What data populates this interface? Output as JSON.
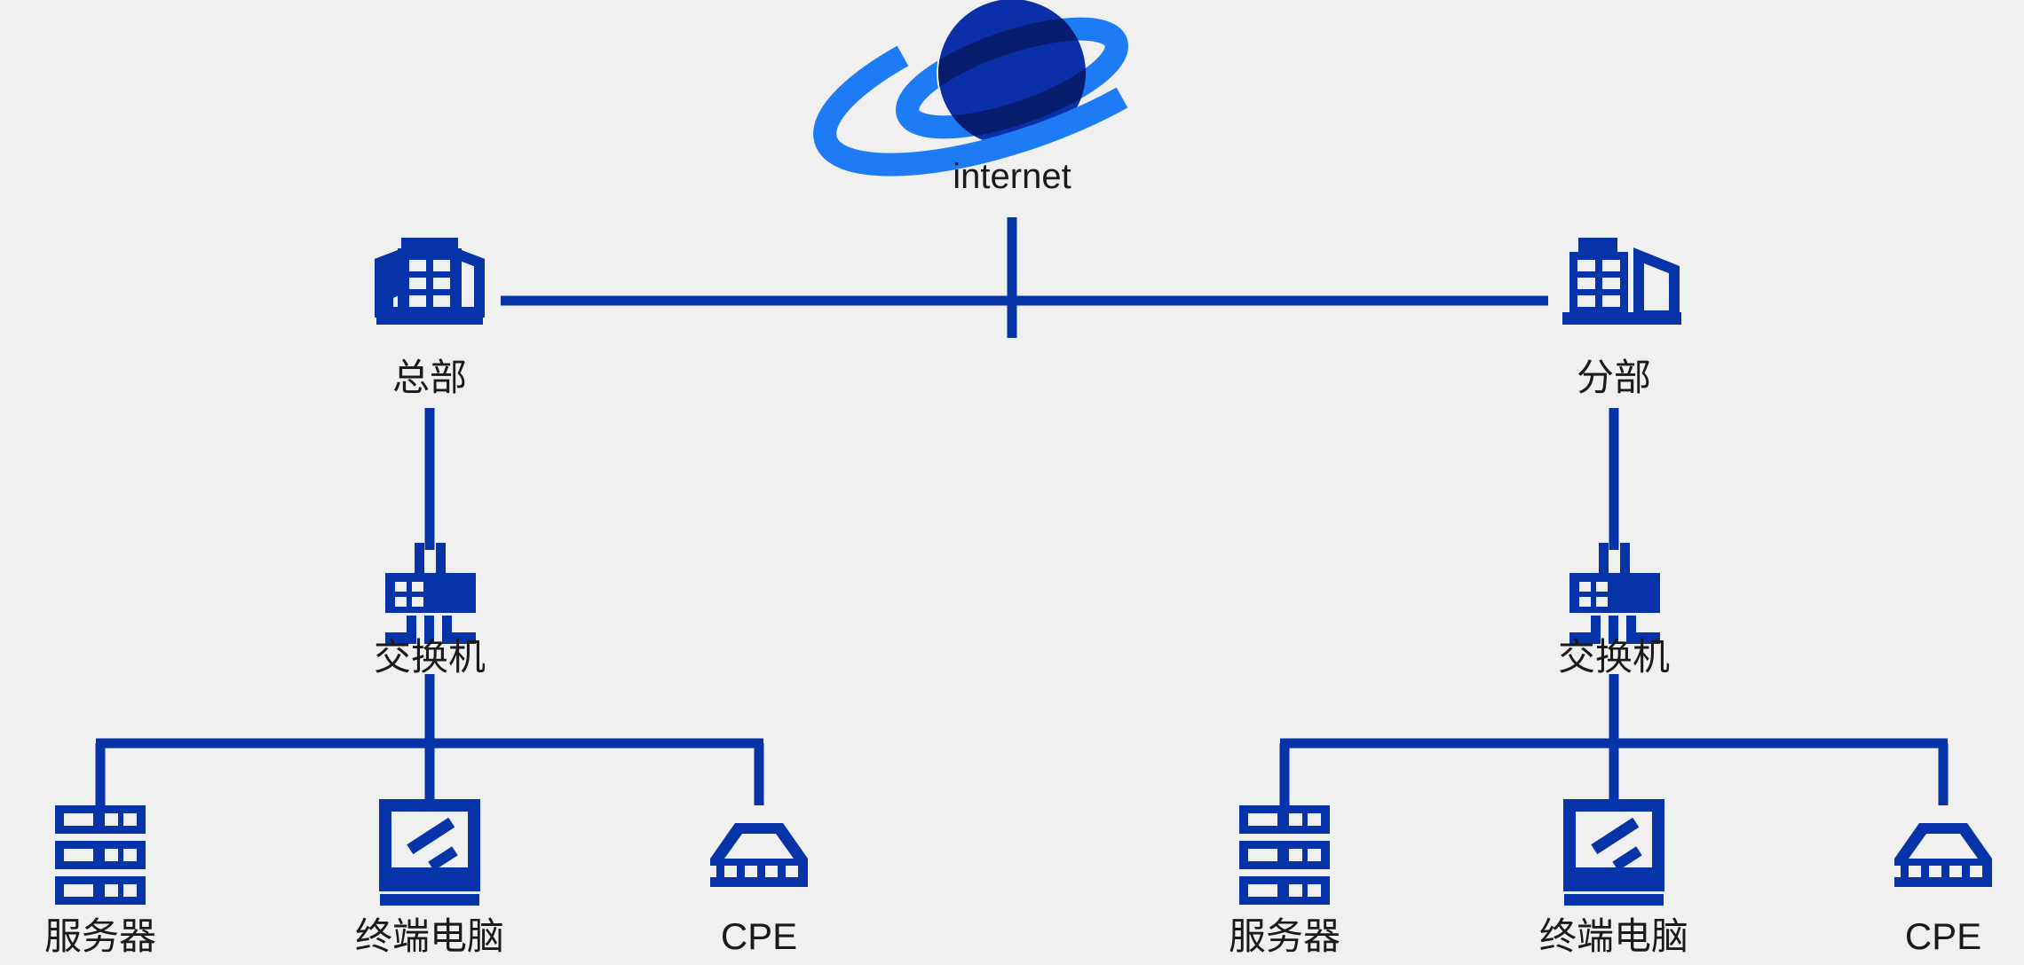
{
  "diagram": {
    "title": "Enterprise Network Topology",
    "background_color": "#f0f0f0",
    "accent_color": "#0733A8",
    "globe_body_color": "#0B2FA8",
    "globe_ring_color": "#1C7BF5",
    "globe_shadow_color": "#061D6E",
    "label_color": "#1a1a1a",
    "link_color": "#0733A8"
  },
  "nodes": {
    "internet": {
      "label": "internet",
      "icon": "globe-internet-icon"
    },
    "hq": {
      "label": "总部",
      "icon": "office-building-icon"
    },
    "branch": {
      "label": "分部",
      "icon": "branch-building-icon"
    },
    "hq_switch": {
      "label": "交换机",
      "icon": "network-switch-icon"
    },
    "branch_switch": {
      "label": "交换机",
      "icon": "network-switch-icon"
    },
    "hq_server": {
      "label": "服务器",
      "icon": "server-rack-icon"
    },
    "hq_terminal": {
      "label": "终端电脑",
      "icon": "desktop-monitor-icon"
    },
    "hq_cpe": {
      "label": "CPE",
      "icon": "cpe-router-icon"
    },
    "branch_server": {
      "label": "服务器",
      "icon": "server-rack-icon"
    },
    "branch_terminal": {
      "label": "终端电脑",
      "icon": "desktop-monitor-icon"
    },
    "branch_cpe": {
      "label": "CPE",
      "icon": "cpe-router-icon"
    }
  },
  "edges": [
    {
      "from": "internet",
      "to": "backbone-bus"
    },
    {
      "from": "hq",
      "to": "backbone-bus"
    },
    {
      "from": "branch",
      "to": "backbone-bus"
    },
    {
      "from": "hq",
      "to": "hq_switch"
    },
    {
      "from": "hq_switch",
      "to": "hq_server"
    },
    {
      "from": "hq_switch",
      "to": "hq_terminal"
    },
    {
      "from": "hq_switch",
      "to": "hq_cpe"
    },
    {
      "from": "branch",
      "to": "branch_switch"
    },
    {
      "from": "branch_switch",
      "to": "branch_server"
    },
    {
      "from": "branch_switch",
      "to": "branch_terminal"
    },
    {
      "from": "branch_switch",
      "to": "branch_cpe"
    }
  ]
}
